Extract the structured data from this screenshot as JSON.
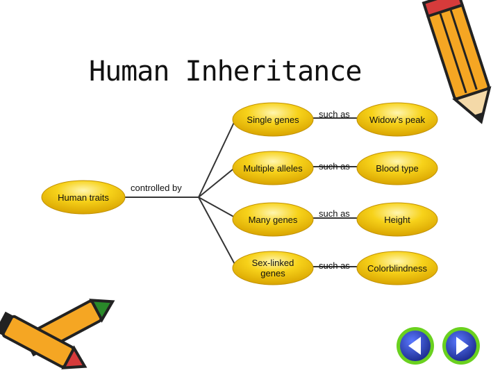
{
  "title": "Human Inheritance",
  "root": {
    "label": "Human traits"
  },
  "connector_label": "controlled by",
  "branches": [
    {
      "cause": "Single genes",
      "link": "such as",
      "example": "Widow’s peak"
    },
    {
      "cause": "Multiple alleles",
      "link": "such as",
      "example": "Blood type"
    },
    {
      "cause": "Many genes",
      "link": "such as",
      "example": "Height"
    },
    {
      "cause": "Sex-linked genes",
      "link": "such as",
      "example": "Colorblindness"
    }
  ],
  "colors": {
    "oval_fill": "#f6c600",
    "oval_highlight": "#fff3a0",
    "line": "#333333",
    "nav_blue": "#2a3fb8",
    "nav_ring": "#6ad11f"
  },
  "icons": [
    "pencil-icon",
    "crayons-icon",
    "previous-slide-icon",
    "next-slide-icon"
  ]
}
